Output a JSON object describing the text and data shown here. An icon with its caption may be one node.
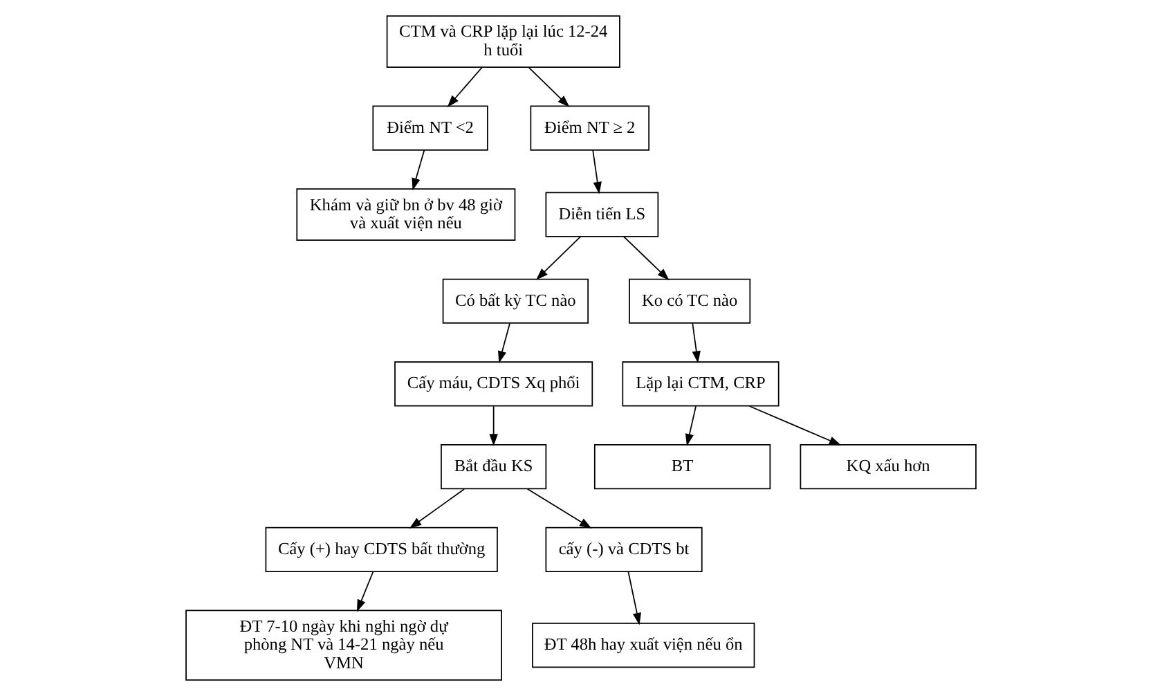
{
  "diagram": {
    "nodes": [
      {
        "text": [
          "CTM và CRP lặp lại lúc 12-24 h tuổi"
        ]
      },
      {
        "text": [
          "Điểm NT <2"
        ]
      },
      {
        "text": [
          "Điểm NT ≥ 2"
        ]
      },
      {
        "text": [
          "Khám và giữ bn ở bv 48 giờ và xuất viện nếu"
        ]
      },
      {
        "text": [
          "Diễn tiến LS"
        ]
      },
      {
        "text": [
          "Có bất kỳ TC nào"
        ]
      },
      {
        "text": [
          "Ko có TC nào"
        ]
      },
      {
        "text": [
          "Cấy máu, CDTS Xq phổi"
        ]
      },
      {
        "text": [
          "Lặp lại CTM, CRP"
        ]
      },
      {
        "text": [
          "BT"
        ]
      },
      {
        "text": [
          "KQ xấu hơn"
        ]
      },
      {
        "text": [
          "Bắt đầu KS"
        ]
      },
      {
        "text": [
          "Cấy (+) hay CDTS bất thường"
        ]
      },
      {
        "text": [
          "cấy (-) và CDTS bt"
        ]
      },
      {
        "text": [
          "ĐT 7-10 ngày khi nghi ngờ dự phòng NT và 14-21 ngày nếu VMN"
        ]
      },
      {
        "text": [
          "ĐT 48h hay xuất viện nếu ổn"
        ]
      }
    ],
    "edges": [
      {
        "from": 0,
        "to": 1,
        "arrow": "to"
      },
      {
        "from": 0,
        "to": 2,
        "arrow": "to"
      },
      {
        "from": 1,
        "to": 3,
        "arrow": "to"
      },
      {
        "from": 2,
        "to": 4,
        "arrow": "to"
      },
      {
        "from": 4,
        "to": 5,
        "arrow": "to"
      },
      {
        "from": 4,
        "to": 6,
        "arrow": "to"
      },
      {
        "from": 5,
        "to": 7,
        "arrow": "to"
      },
      {
        "from": 6,
        "to": 8,
        "arrow": "to"
      },
      {
        "from": 8,
        "to": 9,
        "arrow": "to"
      },
      {
        "from": 8,
        "to": 10,
        "arrow": "to"
      },
      {
        "from": 7,
        "to": 11,
        "arrow": "to"
      },
      {
        "from": 11,
        "to": 12,
        "arrow": "to"
      },
      {
        "from": 11,
        "to": 13,
        "arrow": "to"
      },
      {
        "from": 12,
        "to": 14,
        "arrow": "to"
      },
      {
        "from": 13,
        "to": 15,
        "arrow": "to"
      }
    ]
  }
}
